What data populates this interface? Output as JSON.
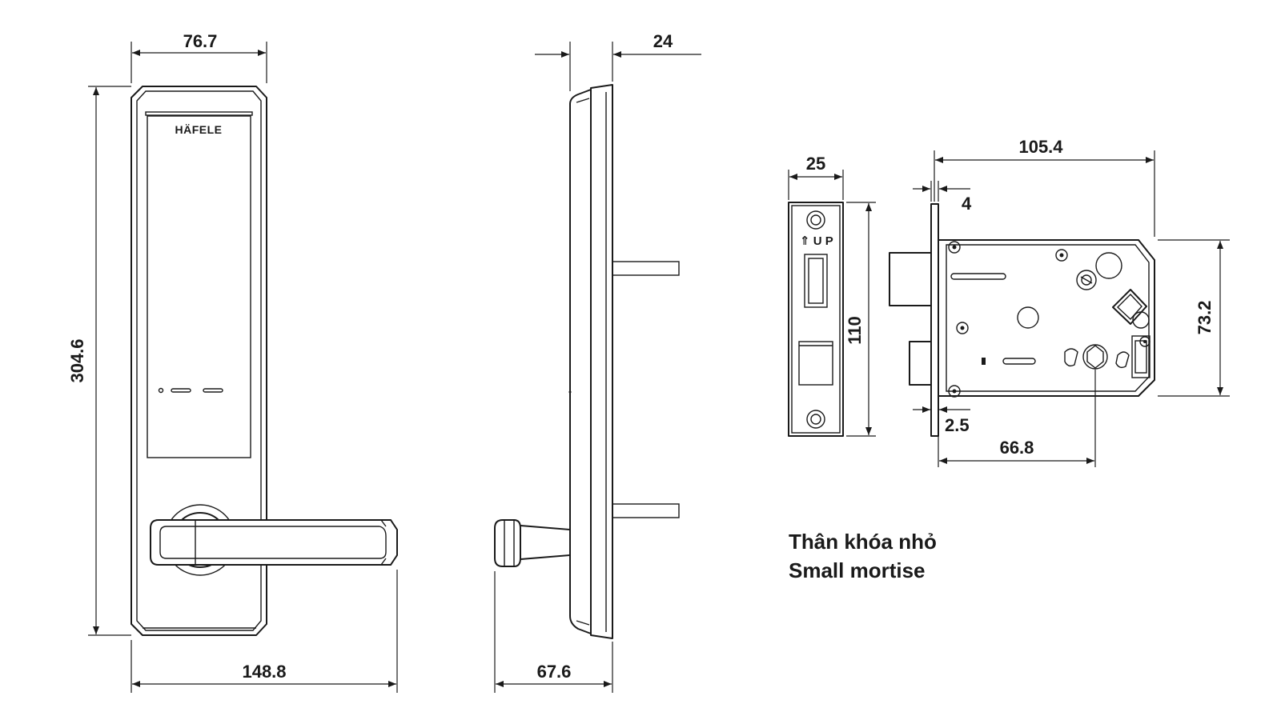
{
  "brand": "HÄFELE",
  "up_label": "⇑ U P",
  "dimensions": {
    "front_width": "76.7",
    "front_height": "304.6",
    "handle_length": "148.8",
    "side_depth_top": "24",
    "side_depth_bottom": "67.6",
    "faceplate_width": "25",
    "faceplate_height": "110",
    "mortise_length": "105.4",
    "faceplate_thickness": "4",
    "mortise_height": "73.2",
    "front_offset": "2.5",
    "backset": "66.8"
  },
  "caption": {
    "line1": "Thân khóa nhỏ",
    "line2": "Small mortise"
  }
}
